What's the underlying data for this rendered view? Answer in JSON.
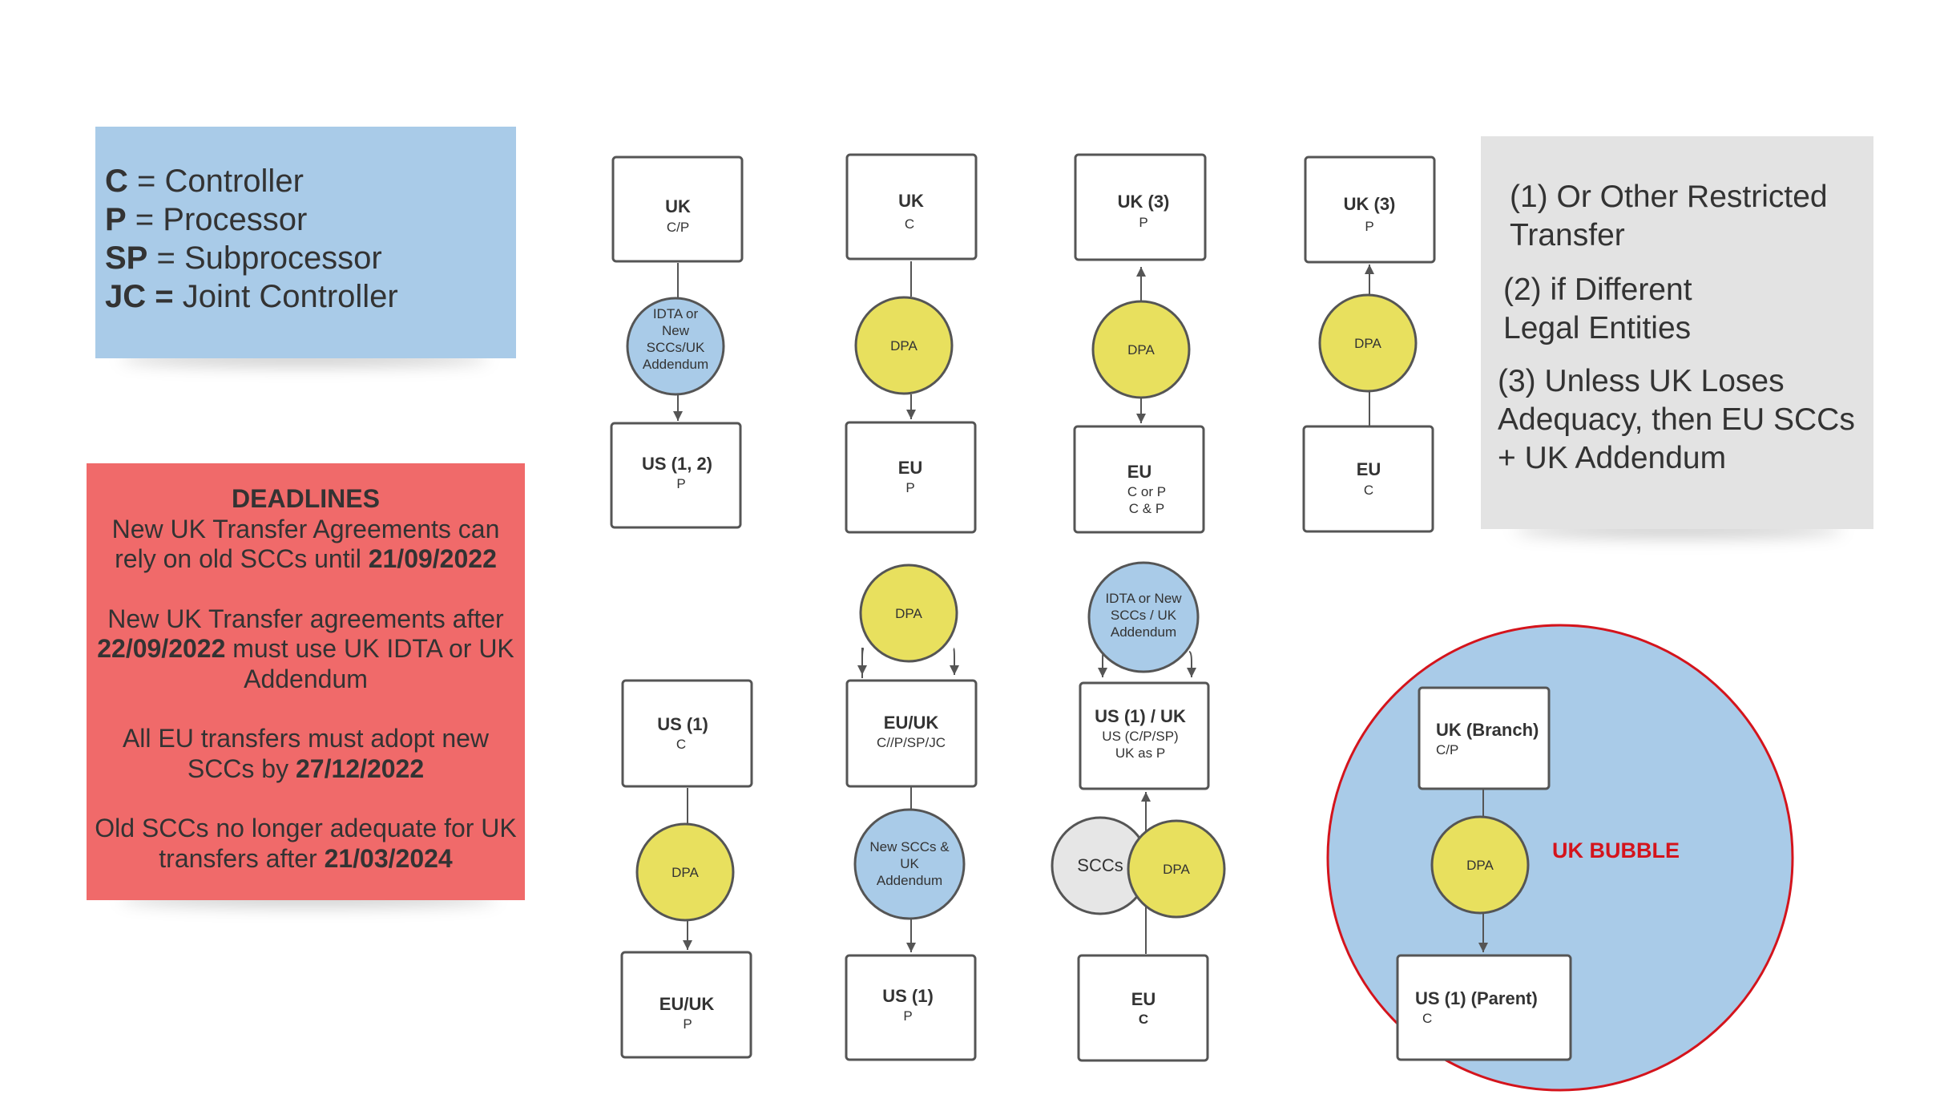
{
  "legend": {
    "rows": [
      {
        "key": "C",
        "sep": " = ",
        "value": "Controller"
      },
      {
        "key": "P",
        "sep": " = ",
        "value": "Processor"
      },
      {
        "key": "SP",
        "sep": " = ",
        "value": "Subprocessor"
      },
      {
        "key": "JC =",
        "sep": " ",
        "value": "Joint Controller"
      }
    ]
  },
  "deadlines": {
    "title": "DEADLINES",
    "p1_a": "New UK Transfer Agreements can",
    "p1_b": "rely on old SCCs until ",
    "p1_date": "21/09/2022",
    "p2_a": "New UK Transfer agreements after",
    "p2_date": "22/09/2022",
    "p2_b": " must use UK IDTA or UK",
    "p2_c": "Addendum",
    "p3_a": "All EU transfers must adopt new",
    "p3_b": "SCCs by ",
    "p3_date": "27/12/2022",
    "p4_a": "Old SCCs no longer adequate for UK",
    "p4_b": "transfers after ",
    "p4_date": "21/03/2024"
  },
  "notes": {
    "n1_a": "(1) Or Other Restricted",
    "n1_b": "Transfer",
    "n2_a": "(2) if Different",
    "n2_b": "Legal Entities",
    "n3_a": "(3) Unless UK Loses",
    "n3_b": "Adequacy, then EU SCCs",
    "n3_c": "+ UK Addendum"
  },
  "flows": {
    "f1": {
      "top_title": "UK",
      "top_sub": "C/P",
      "circle": [
        "IDTA or",
        "New",
        "SCCs/UK",
        "Addendum"
      ],
      "bottom_title": "US (1, 2)",
      "bottom_sub": "P"
    },
    "f2": {
      "top_title": "UK",
      "top_sub": "C",
      "circle": "DPA",
      "bottom_title": "EU",
      "bottom_sub": "P"
    },
    "f3": {
      "top_title": "UK (3)",
      "top_sub": "P",
      "circle": "DPA",
      "bottom_title": "EU",
      "bottom_sub1": "C or P",
      "bottom_sub2": "C & P"
    },
    "f4": {
      "top_title": "UK (3)",
      "top_sub": "P",
      "circle": "DPA",
      "bottom_title": "EU",
      "bottom_sub": "C"
    },
    "f5": {
      "top_title": "US (1)",
      "top_sub": "C",
      "circle": "DPA",
      "bottom_title": "EU/UK",
      "bottom_sub": "P"
    },
    "f6": {
      "circle_top": "DPA",
      "mid_title": "EU/UK",
      "mid_sub": "C//P/SP/JC",
      "circle_bottom": [
        "New SCCs &",
        "UK",
        "Addendum"
      ],
      "bottom_title": "US (1)",
      "bottom_sub": "P"
    },
    "f7": {
      "circle_top": [
        "IDTA or New",
        "SCCs / UK",
        "Addendum"
      ],
      "mid_title": "US (1) / UK",
      "mid_sub1": "US (C/P/SP)",
      "mid_sub2": "UK as P",
      "circle_grey": "SCCs",
      "circle_yellow": "DPA",
      "bottom_title": "EU",
      "bottom_sub": "C"
    },
    "bubble": {
      "label": "UK BUBBLE",
      "top_title": "UK (Branch)",
      "top_sub": "C/P",
      "circle": "DPA",
      "bottom_title": "US (1) (Parent)",
      "bottom_sub": "C"
    }
  }
}
